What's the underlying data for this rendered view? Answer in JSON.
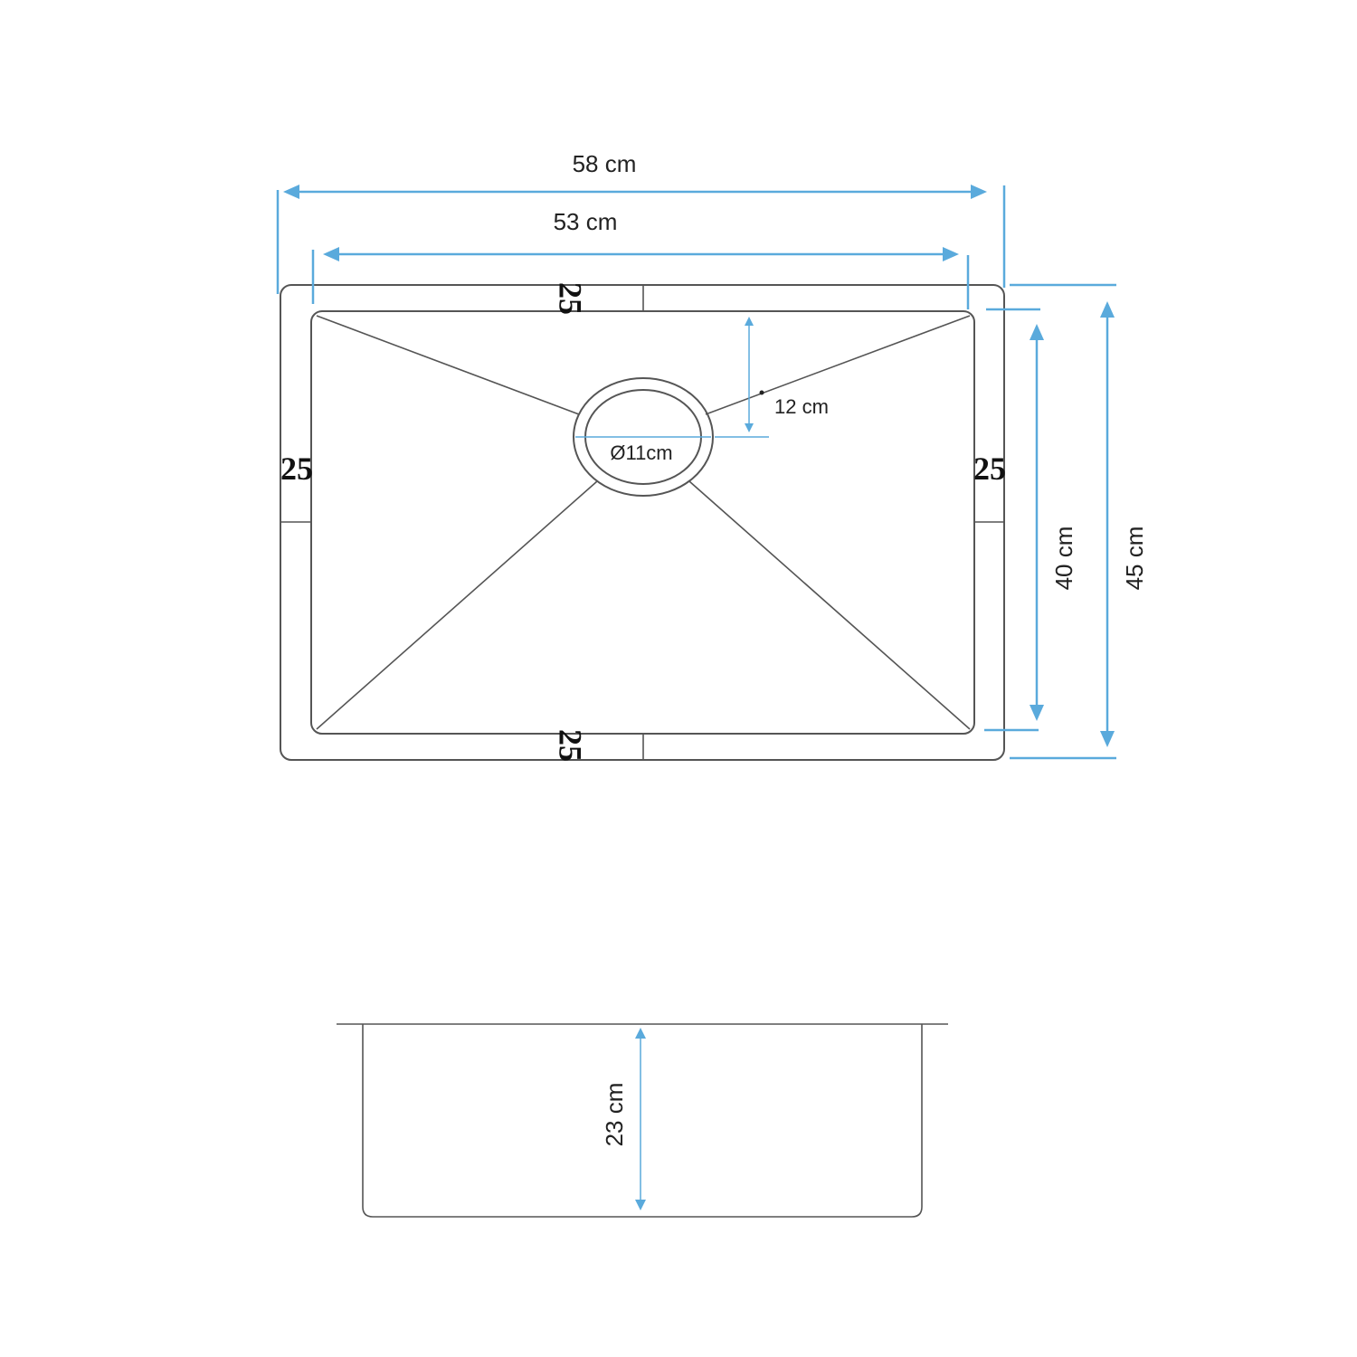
{
  "top_view": {
    "overall_width": "58 cm",
    "inner_width": "53 cm",
    "inner_height": "40 cm",
    "overall_height": "45 cm",
    "drain_diameter": "Ø11cm",
    "drain_offset": "12 cm",
    "corner_radius_top": "25",
    "corner_radius_left": "25",
    "corner_radius_right": "25",
    "corner_radius_bottom": "25"
  },
  "side_view": {
    "depth": "23 cm"
  },
  "colors": {
    "dimension": "#5aaadc",
    "outline": "#555555"
  }
}
